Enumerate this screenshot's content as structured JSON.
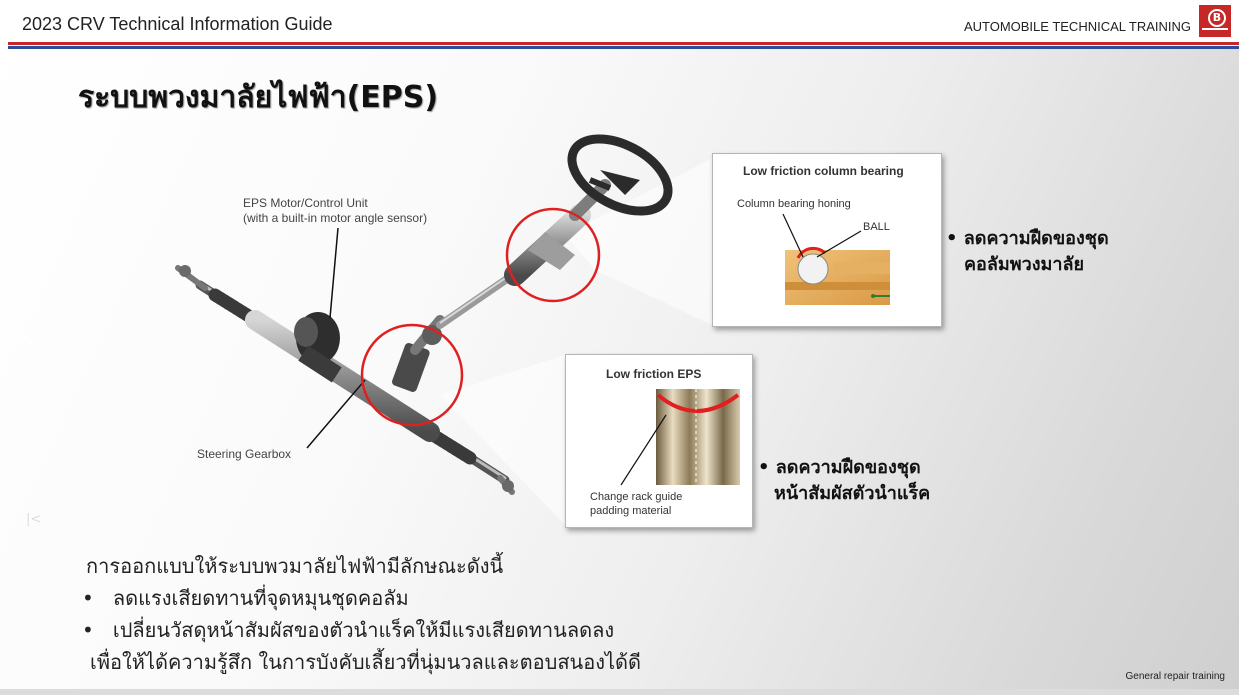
{
  "header": {
    "title": "2023 CRV Technical Information Guide",
    "right_label": "AUTOMOBILE TECHNICAL TRAINING",
    "logo_letter": "B"
  },
  "slide": {
    "title": "ระบบพวงมาลัยไฟฟ้า(EPS)"
  },
  "diagram": {
    "motor_label_line1": "EPS Motor/Control Unit",
    "motor_label_line2": "(with a built-in motor angle sensor)",
    "gearbox_label": "Steering Gearbox"
  },
  "callout_column": {
    "title": "Low friction column bearing",
    "honing_label": "Column bearing honing",
    "ball_label": "BALL"
  },
  "callout_eps": {
    "title": "Low friction EPS",
    "rack_label_line1": "Change rack guide",
    "rack_label_line2": "padding material"
  },
  "side_notes": {
    "column_line1": "ลดความฝืดของชุด",
    "column_line2": "คอลัมพวงมาลัย",
    "rack_line1": "ลดความฝืดของชุด",
    "rack_line2": "หน้าสัมผัสตัวนำแร็ค"
  },
  "body": {
    "intro": "การออกแบบให้ระบบพวมาลัยไฟฟ้ามีลักษณะดังนี้",
    "bullets": [
      "ลดแรงเสียดทานที่จุดหมุนชุดคอลัม",
      "เปลี่ยนวัสดุหน้าสัมผัสของตัวนำแร็คให้มีแรงเสียดทานลดลง"
    ],
    "conclusion": "เพื่อให้ได้ความรู้สึก ในการบังคับเลี้ยวที่นุ่มนวลและตอบสนองได้ดี"
  },
  "footer": {
    "label": "General repair training"
  },
  "colors": {
    "accent_red": "#c62828",
    "accent_blue": "#2c4d9e",
    "highlight_circle": "#e02020"
  },
  "icons": [
    "prev-slide-arrow-icon",
    "first-slide-icon"
  ]
}
